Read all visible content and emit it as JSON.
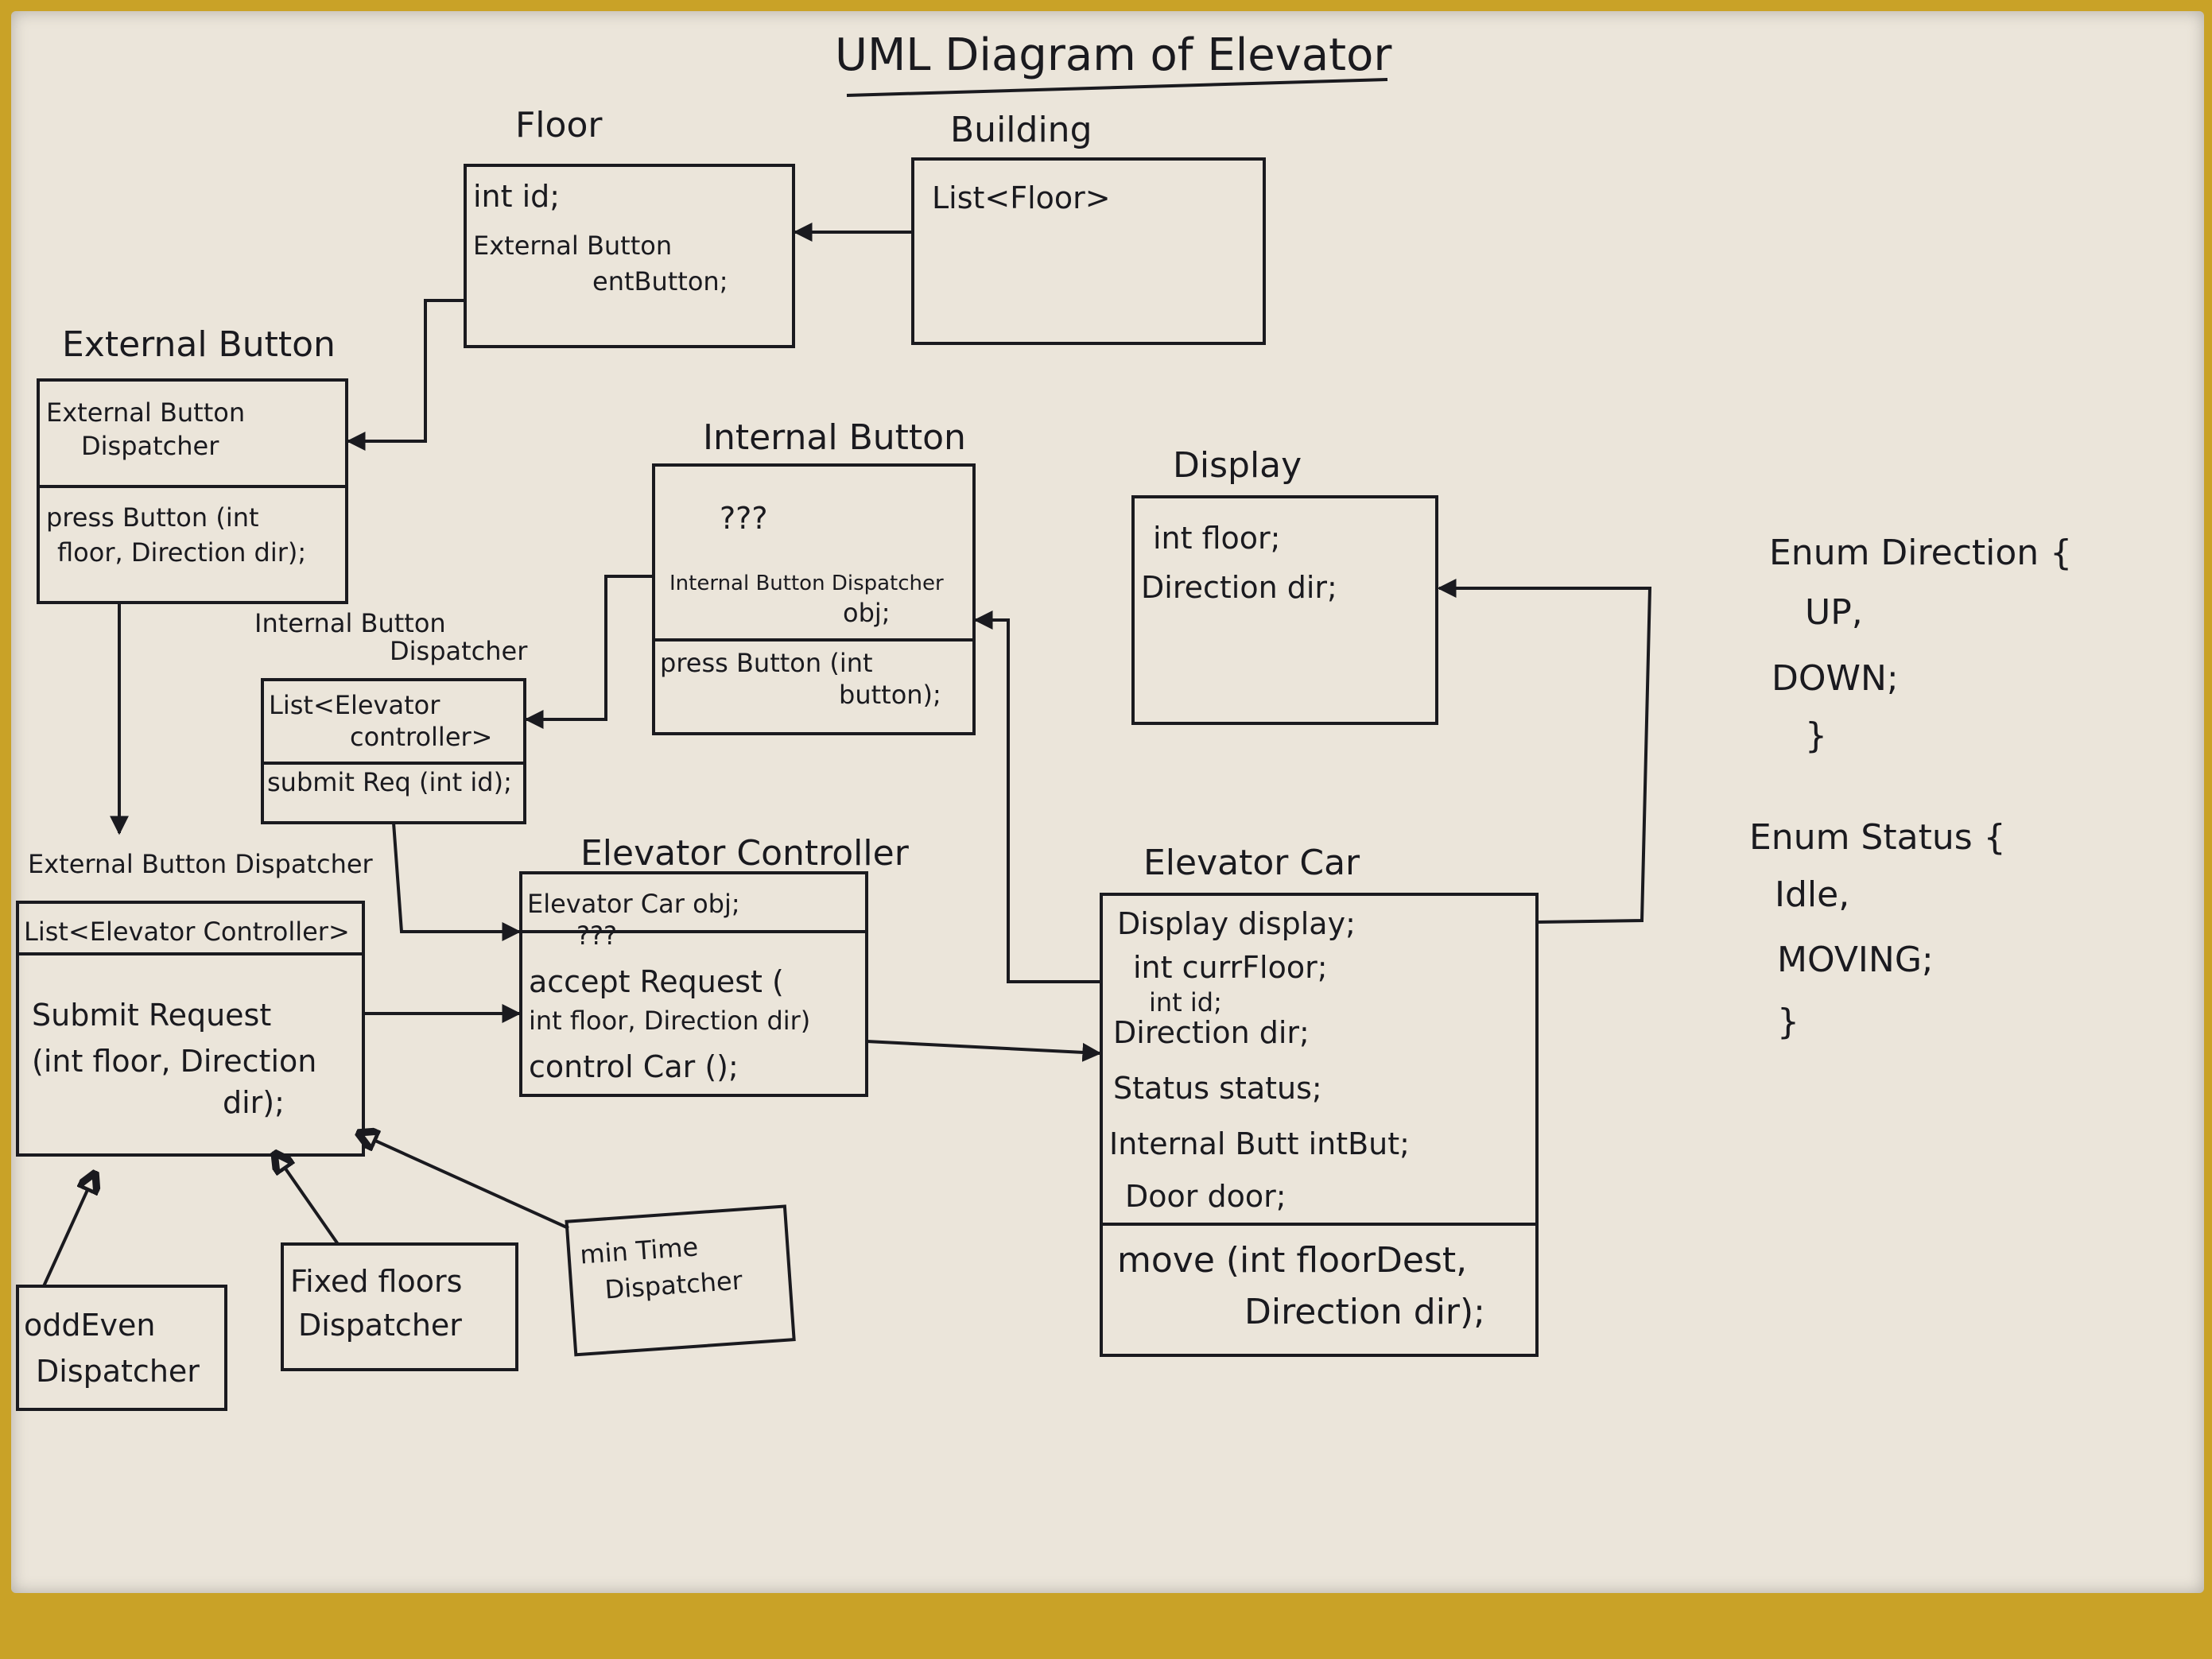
{
  "title": "UML Diagram of Elevator",
  "classes": {
    "floor": {
      "name": "Floor",
      "attr": [
        "int id;",
        "External Button",
        "entButton;"
      ]
    },
    "building": {
      "name": "Building",
      "attr": [
        "List<Floor>"
      ]
    },
    "external_button": {
      "name": "External Button",
      "attr": [
        "External Button",
        "Dispatcher"
      ],
      "methods": [
        "press Button (int",
        "floor, Direction dir);"
      ]
    },
    "internal_button": {
      "name": "Internal Button",
      "attr": [
        "???",
        "Internal Button Dispatcher",
        "obj;"
      ],
      "methods": [
        "press Button (int",
        "button);"
      ]
    },
    "display": {
      "name": "Display",
      "attr": [
        "int floor;",
        "Direction dir;"
      ]
    },
    "internal_button_dispatcher": {
      "name": [
        "Internal Button",
        "Dispatcher"
      ],
      "attr": [
        "List<Elevator",
        "controller>"
      ],
      "methods": [
        "submit Req (int id);"
      ]
    },
    "external_button_dispatcher": {
      "name": "External Button Dispatcher",
      "attr": [
        "List<Elevator Controller>"
      ],
      "methods": [
        "Submit Request",
        "(int floor, Direction",
        "dir);"
      ]
    },
    "elevator_controller": {
      "name": "Elevator Controller",
      "attr": [
        "Elevator Car obj;",
        "???"
      ],
      "methods": [
        "accept Request (",
        "int floor, Direction dir)",
        "control Car ();"
      ]
    },
    "elevator_car": {
      "name": "Elevator Car",
      "attr": [
        "Display display;",
        "int currFloor;",
        "int id;",
        "Direction dir;",
        "Status status;",
        "Internal Butt intBut;",
        "Door door;"
      ],
      "methods": [
        "move (int floorDest,",
        "Direction dir);"
      ]
    },
    "odd_even": {
      "lines": [
        "oddEven",
        "Dispatcher"
      ]
    },
    "fixed_floors": {
      "lines": [
        "Fixed floors",
        "Dispatcher"
      ]
    },
    "min_time": {
      "lines": [
        "min Time",
        "Dispatcher"
      ]
    }
  },
  "enums": {
    "direction": [
      "Enum Direction {",
      "UP,",
      "DOWN;",
      "}"
    ],
    "status": [
      "Enum Status {",
      "Idle,",
      "MOVING;",
      "}"
    ]
  },
  "colors": {
    "ink": "#1a1a1f",
    "paper": "#ebe5da",
    "background": "#c9a227"
  }
}
